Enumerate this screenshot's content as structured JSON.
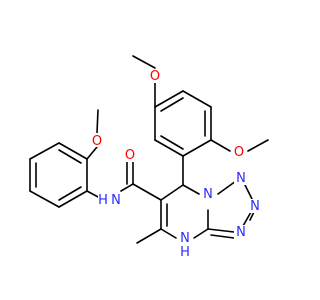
{
  "molecule": {
    "atoms": {
      "o_methoxy_top": "O",
      "o_methoxy_right": "O",
      "o_methoxy_left": "O",
      "o_carbonyl": "O",
      "n_amide": "N",
      "h_amide": "H",
      "n_ring_top": "N",
      "n_tetrazole_1": "N",
      "n_tetrazole_2": "N",
      "n_tetrazole_3": "N",
      "n_ring_bottom": "N",
      "h_ring_bottom": "H"
    },
    "colors": {
      "carbon": "#000000",
      "nitrogen": "#2a2aff",
      "oxygen": "#ff0000"
    }
  }
}
